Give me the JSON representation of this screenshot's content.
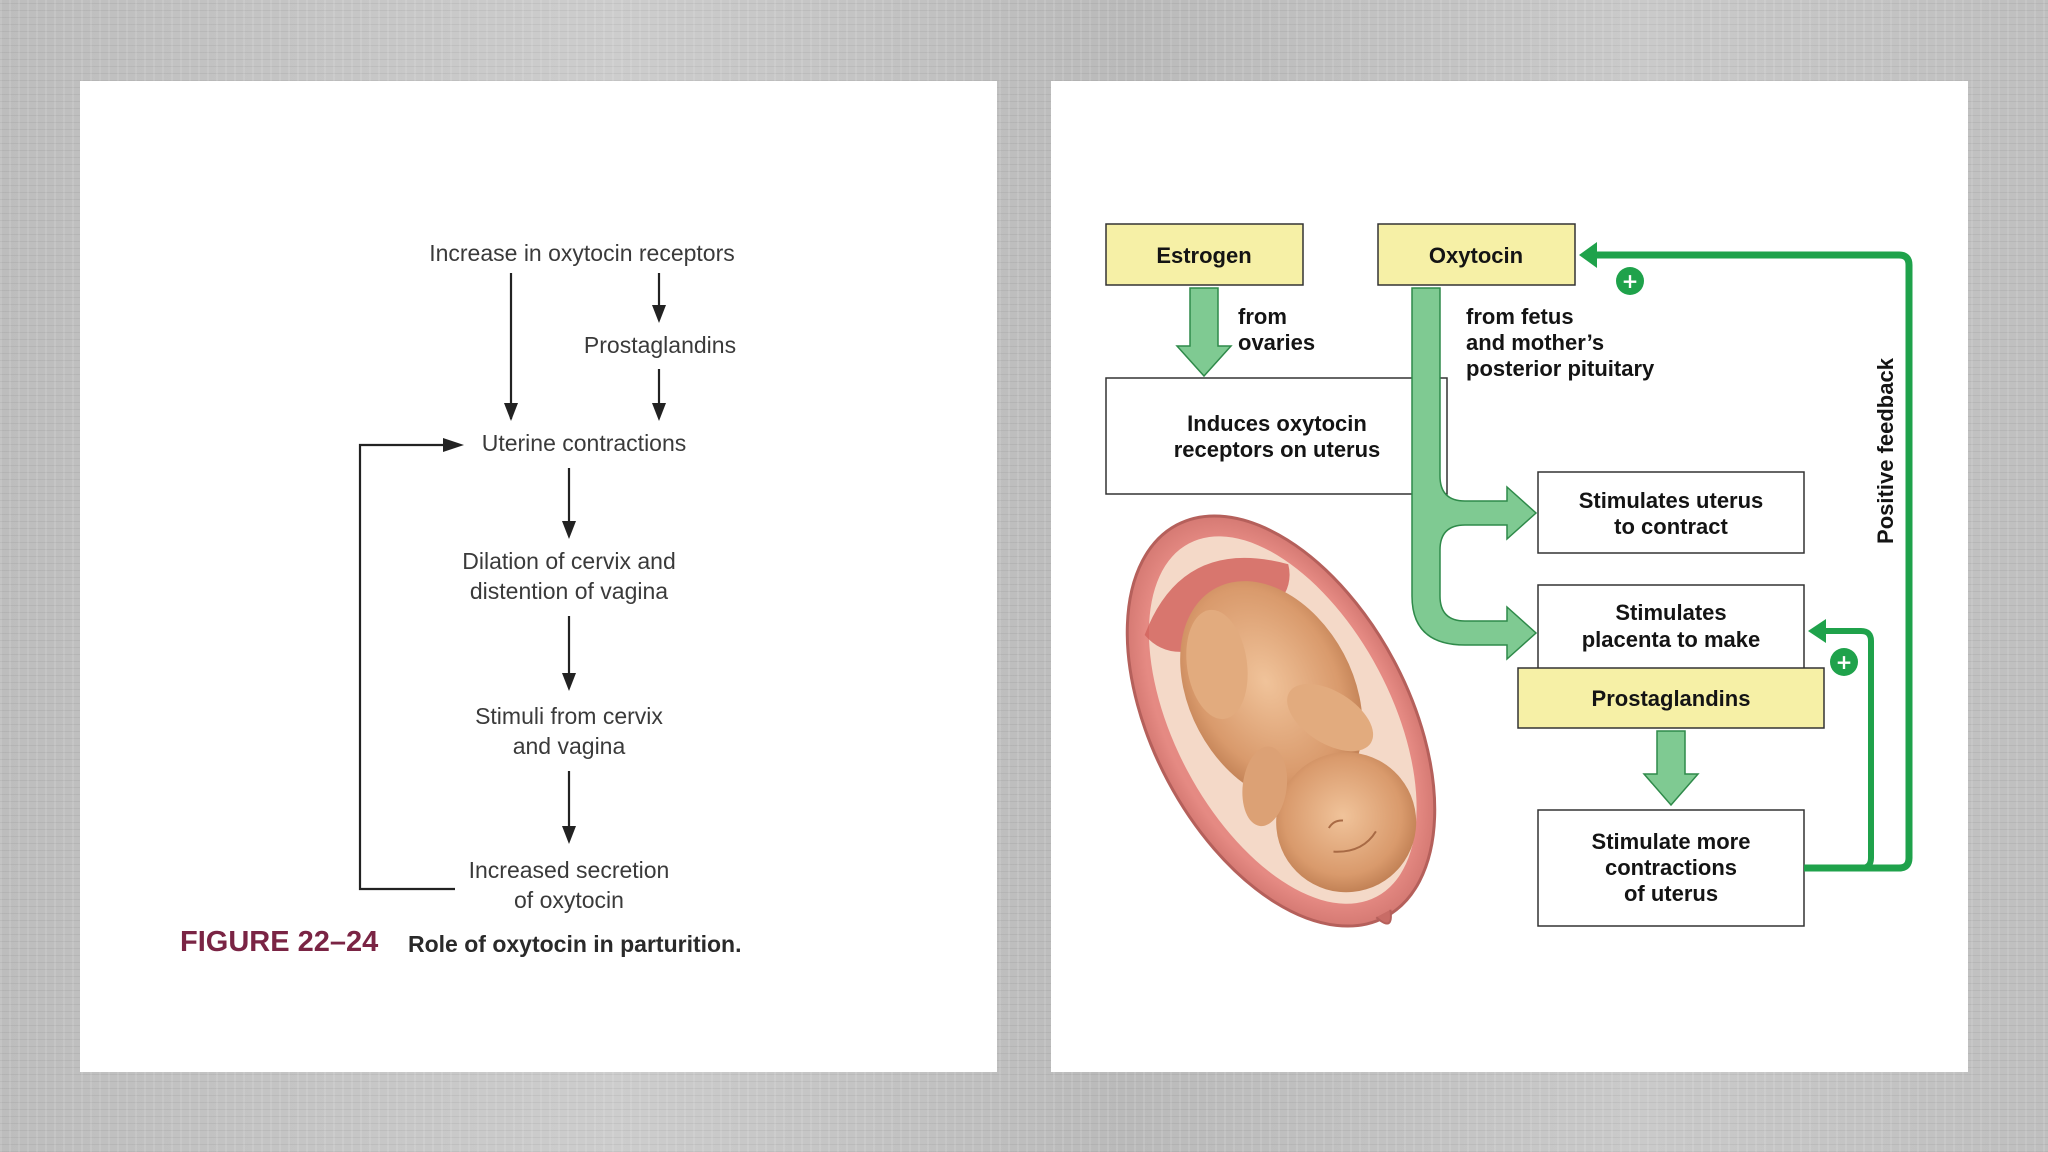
{
  "left_figure": {
    "nodes": {
      "increase_receptors": "Increase in oxytocin receptors",
      "prostaglandins": "Prostaglandins",
      "uterine_contractions": "Uterine contractions",
      "dilation_line1": "Dilation of cervix and",
      "dilation_line2": "distention of vagina",
      "stimuli_line1": "Stimuli from cervix",
      "stimuli_line2": "and vagina",
      "secretion_line1": "Increased secretion",
      "secretion_line2": "of oxytocin"
    },
    "caption": {
      "figure_number": "FIGURE 22–24",
      "text": "Role of oxytocin in parturition."
    }
  },
  "right_figure": {
    "estrogen_label": "Estrogen",
    "oxytocin_label": "Oxytocin",
    "from_ovaries_line1": "from",
    "from_ovaries_line2": "ovaries",
    "from_fetus_line1": "from fetus",
    "from_fetus_line2": "and mother’s",
    "from_fetus_line3": "posterior pituitary",
    "induces_line1": "Induces oxytocin",
    "induces_line2": "receptors on uterus",
    "stim_uterus_line1": "Stimulates uterus",
    "stim_uterus_line2": "to contract",
    "stim_placenta_line1": "Stimulates",
    "stim_placenta_line2": "placenta to make",
    "prostaglandins_label": "Prostaglandins",
    "more_contractions_line1": "Stimulate more",
    "more_contractions_line2": "contractions",
    "more_contractions_line3": "of uterus",
    "positive_feedback": "Positive feedback",
    "plus_symbol": "+",
    "colors": {
      "hormone_box_fill": "#f6f0a6",
      "green_arrow_fill": "#7fca92",
      "green_arrow_stroke": "#2f8a4a",
      "feedback_green": "#1fa24b"
    }
  }
}
